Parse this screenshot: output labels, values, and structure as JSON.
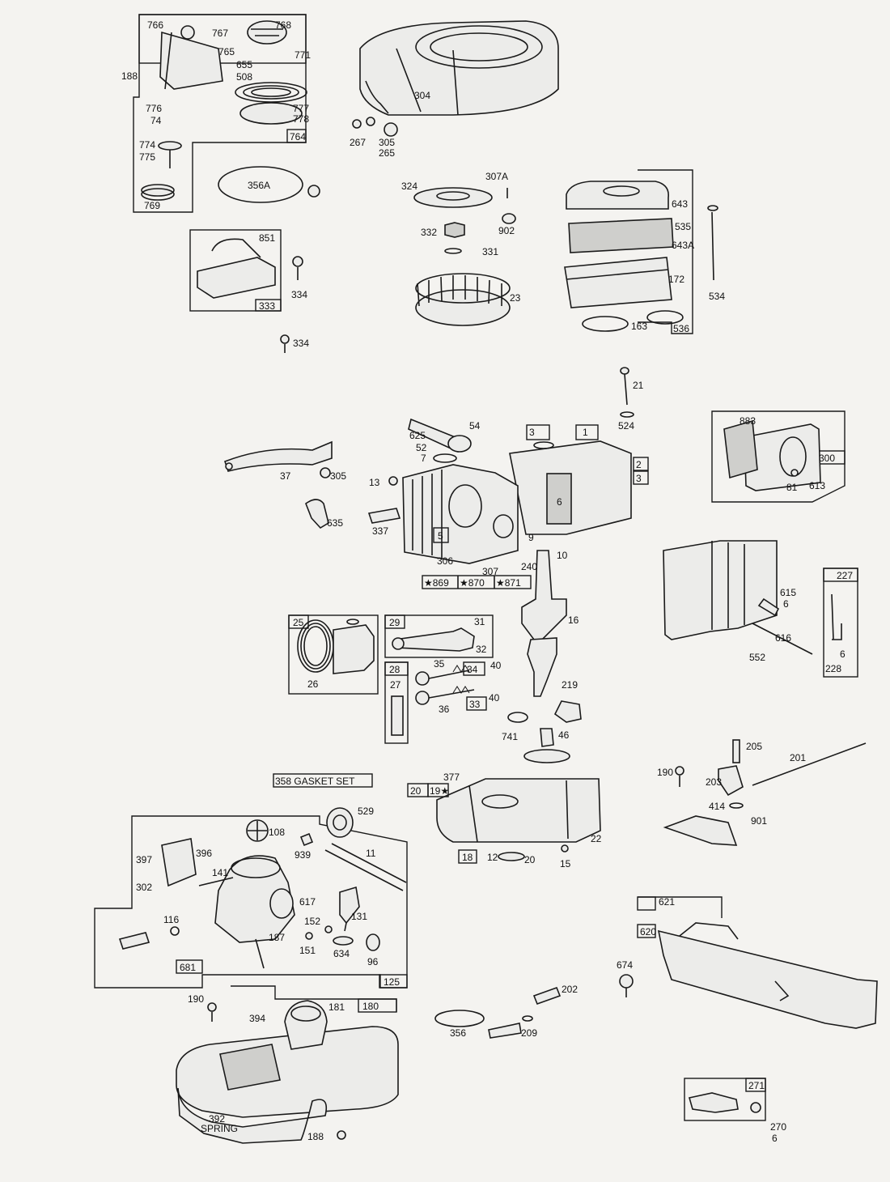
{
  "labels": {
    "p766": "766",
    "p767": "767",
    "p768": "768",
    "p765": "765",
    "p771": "771",
    "p655": "655",
    "p508": "508",
    "p188a": "188",
    "p776": "776",
    "p74": "74",
    "p777": "777",
    "p778": "778",
    "p764": "764",
    "p774": "774",
    "p775": "775",
    "p769": "769",
    "p356A": "356A",
    "p304": "304",
    "p267": "267",
    "p305a": "305",
    "p265": "265",
    "p307A": "307A",
    "p324": "324",
    "p332": "332",
    "p902": "902",
    "p331": "331",
    "p23": "23",
    "p643": "643",
    "p535": "535",
    "p643A": "643A",
    "p172": "172",
    "p163": "163",
    "p536": "536",
    "p534": "534",
    "p851": "851",
    "p334a": "334",
    "p333": "333",
    "p334b": "334",
    "p21": "21",
    "p524": "524",
    "p54": "54",
    "p625": "625",
    "p52": "52",
    "p3a": "3",
    "p1": "1",
    "p7": "7",
    "p2": "2",
    "p3b": "3",
    "p13": "13",
    "p6": "6",
    "p5": "5",
    "p9": "9",
    "p306": "306",
    "p307": "307",
    "p240": "240",
    "p10": "10",
    "p869": "★869",
    "p870": "★870",
    "p871": "★871",
    "p37": "37",
    "p305b": "305",
    "p635": "635",
    "p337": "337",
    "p883": "883",
    "p300": "300",
    "p81": "81",
    "p613": "613",
    "p227": "227",
    "p615": "615",
    "p615b": "6",
    "p616": "616",
    "p552": "552",
    "p228": "228",
    "p228b": "6",
    "p25": "25",
    "p26": "26",
    "p29": "29",
    "p31": "31",
    "p32": "32",
    "p28": "28",
    "p27": "27",
    "p35": "35",
    "p34": "34",
    "p40a": "40",
    "p36": "36",
    "p33": "33",
    "p40b": "40",
    "p16": "16",
    "p219": "219",
    "p741": "741",
    "p46": "46",
    "p358": "358 GASKET SET",
    "p377": "377",
    "p20a": "20",
    "p19": "19★",
    "p18": "18",
    "p12": "12",
    "p20b": "20",
    "p22": "22",
    "p15": "15",
    "p205": "205",
    "p201": "201",
    "p190a": "190",
    "p203": "203",
    "p414": "414",
    "p901": "901",
    "p529": "529",
    "p108": "108",
    "p939": "939",
    "p11": "11",
    "p397": "397",
    "p396": "396",
    "p302": "302",
    "p141": "141",
    "p617": "617",
    "p116": "116",
    "p681": "681",
    "p152": "152",
    "p131": "131",
    "p151": "151",
    "p187": "187",
    "p634": "634",
    "p96": "96",
    "p125": "125",
    "p621": "621",
    "p620": "620",
    "p674": "674",
    "p190b": "190",
    "p394": "394",
    "p181": "181",
    "p180": "180",
    "p392": "392",
    "spring": "SPRING",
    "p188b": "188",
    "p356": "356",
    "p202": "202",
    "p209": "209",
    "p271": "271",
    "p270": "270",
    "p270b": "6"
  }
}
